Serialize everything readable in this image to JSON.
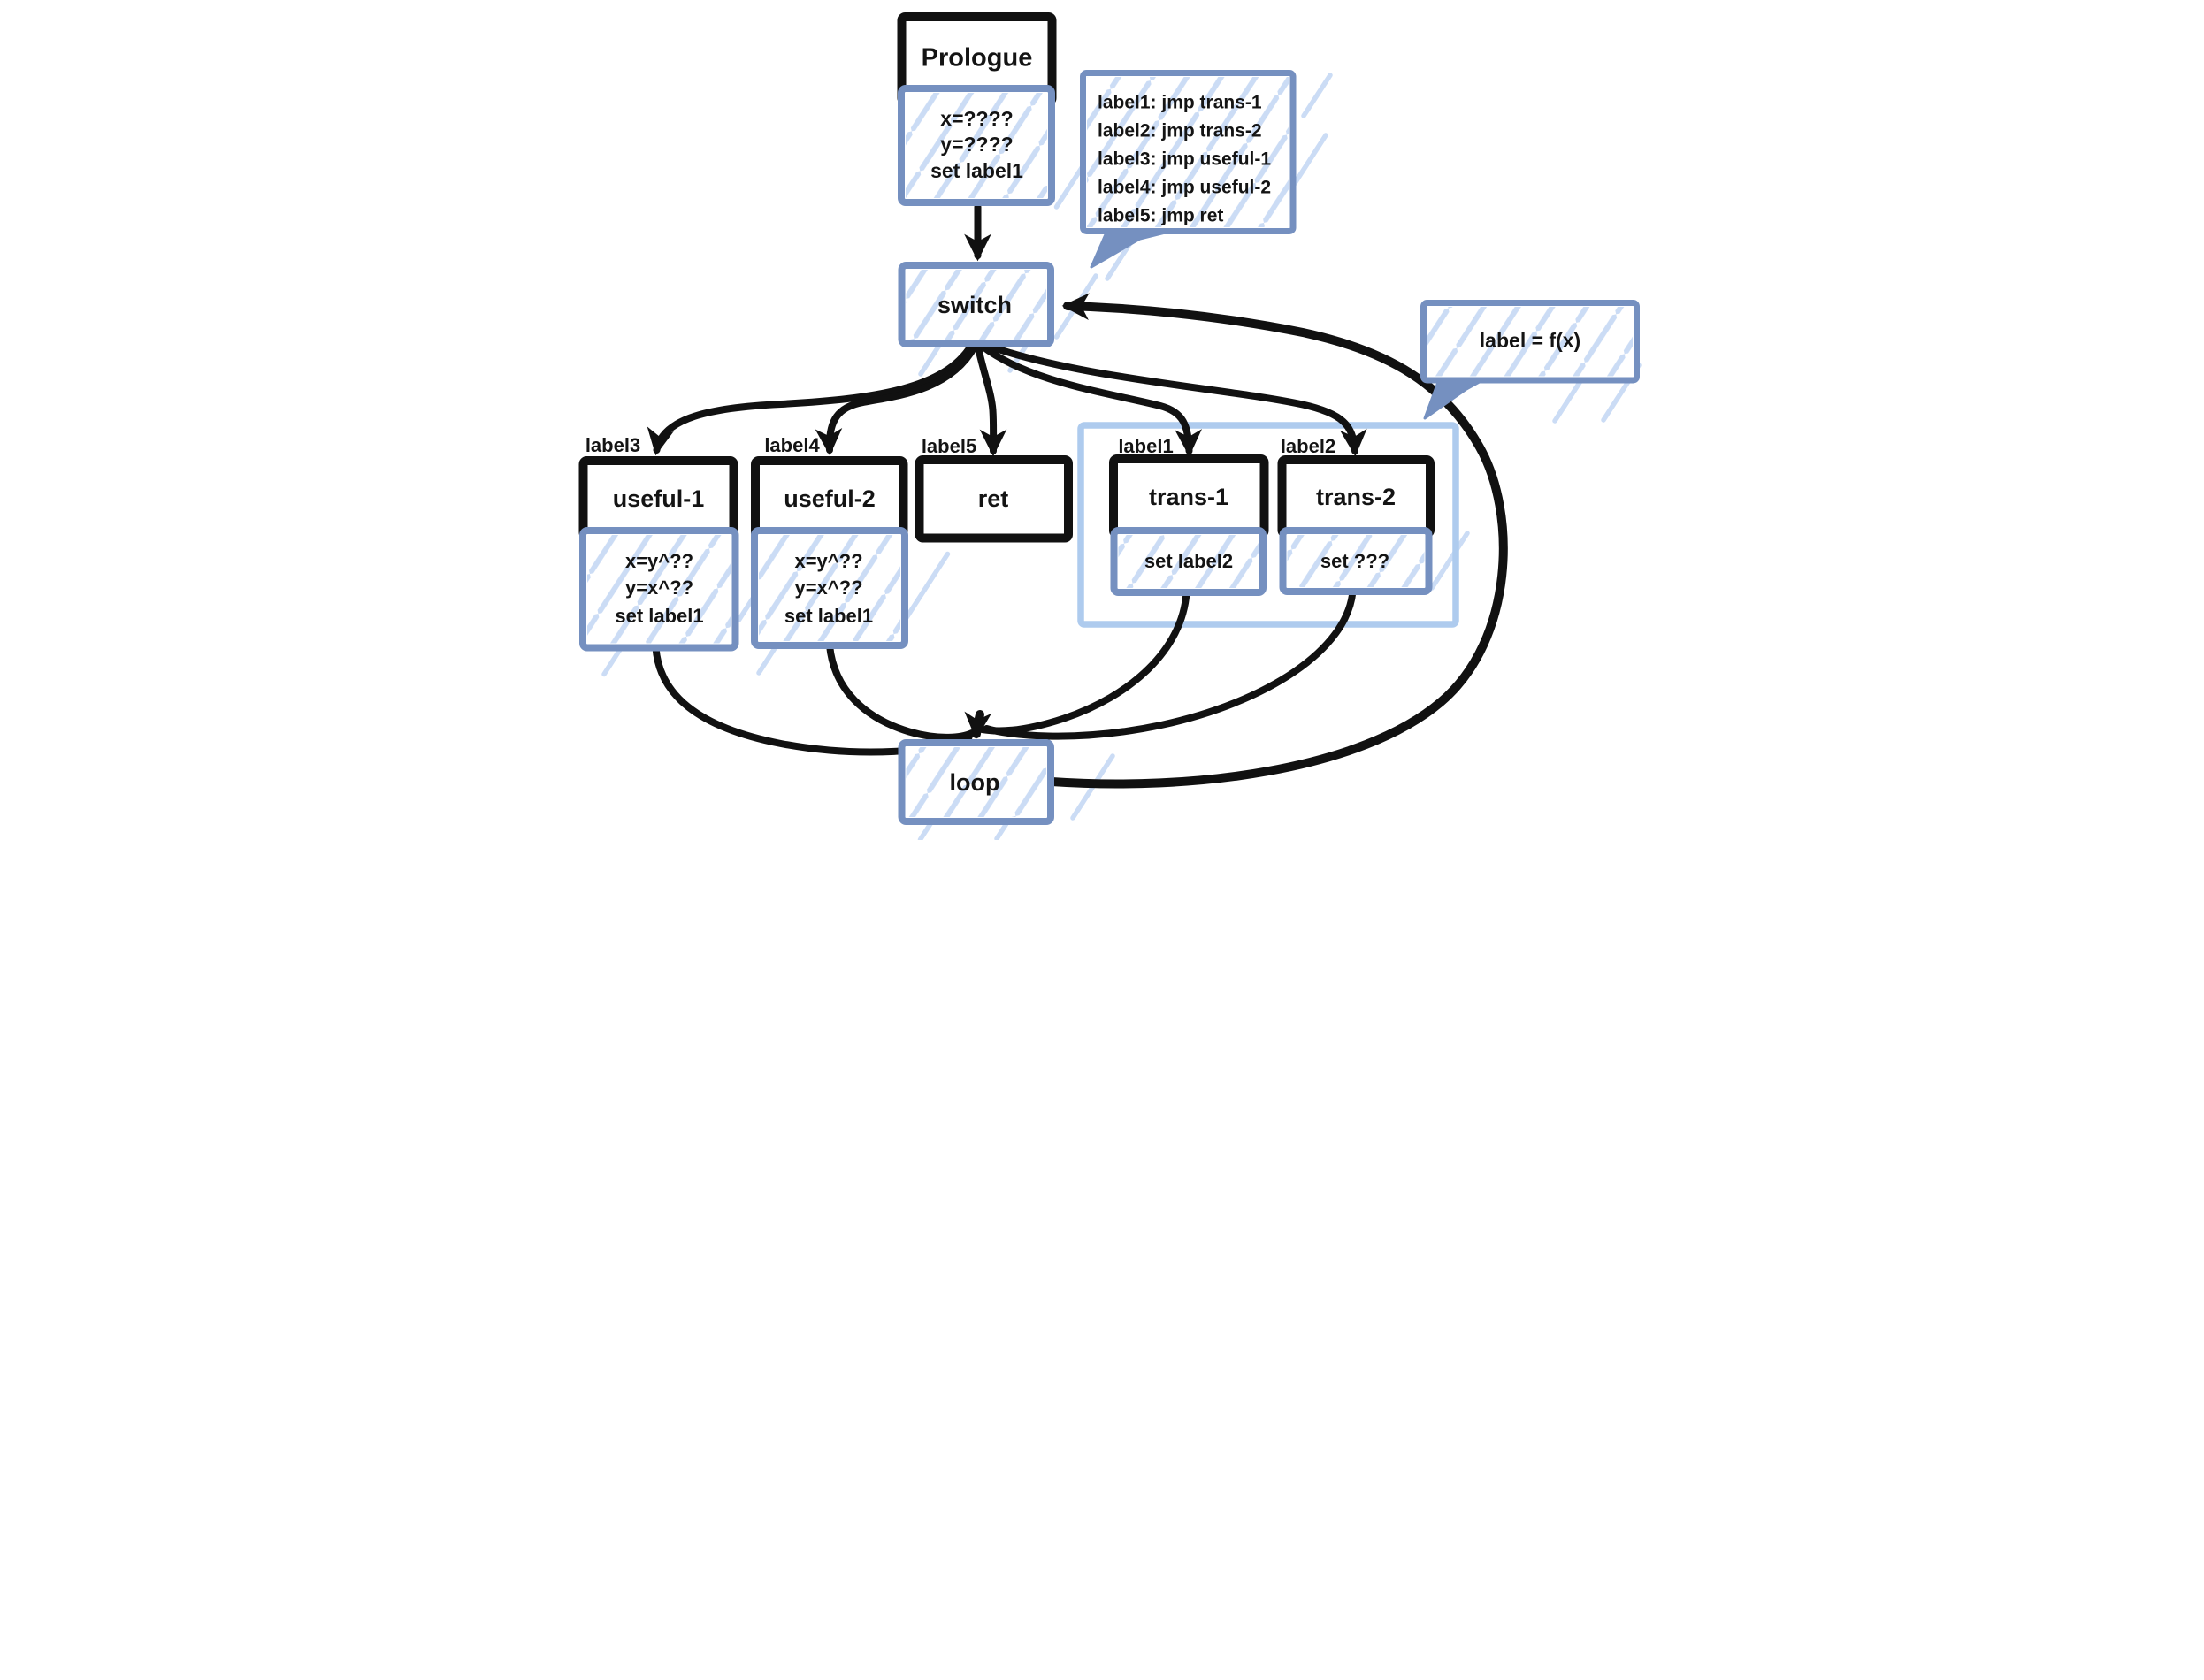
{
  "colors": {
    "ink": "#111111",
    "accent_blue": "#7590c0",
    "container_blue": "#aecbee",
    "hatch_blue": "#cbdcf5"
  },
  "nodes": {
    "prologue": {
      "title": "Prologue",
      "lines": [
        "x=????",
        "y=????",
        "set label1"
      ]
    },
    "switch_node": {
      "label": "switch"
    },
    "useful_1": {
      "title": "useful-1",
      "lines": [
        "x=y^??",
        "y=x^??",
        "set label1"
      ]
    },
    "useful_2": {
      "title": "useful-2",
      "lines": [
        "x=y^??",
        "y=x^??",
        "set label1"
      ]
    },
    "ret": {
      "label": "ret"
    },
    "trans_1": {
      "title": "trans-1",
      "body": "set label2"
    },
    "trans_2": {
      "title": "trans-2",
      "body": "set ???"
    },
    "loop": {
      "label": "loop"
    }
  },
  "edge_labels": {
    "to_useful_1": "label3",
    "to_useful_2": "label4",
    "to_ret": "label5",
    "to_trans_1": "label1",
    "to_trans_2": "label2"
  },
  "callouts": {
    "jump_table": {
      "lines": [
        "label1: jmp trans-1",
        "label2: jmp trans-2",
        "label3: jmp useful-1",
        "label4: jmp useful-2",
        "label5: jmp ret"
      ]
    },
    "label_function": {
      "text": "label = f(x)"
    }
  }
}
